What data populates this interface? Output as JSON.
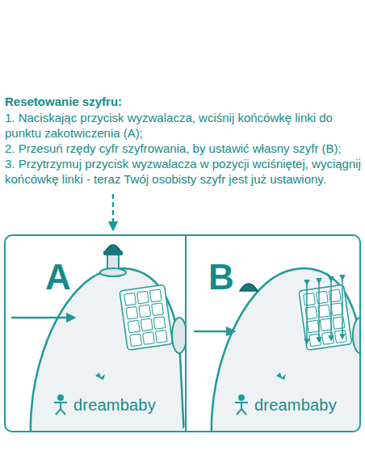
{
  "diagram": {
    "title": "Resetowanie szyfru:",
    "nodes": [
      {
        "text": [
          "A",
          "dreambaby"
        ]
      },
      {
        "text": [
          "B",
          "dreambaby"
        ]
      }
    ],
    "labels": [
      "1. Naciskając przycisk wyzwalacza, wciśnij końcówkę linki do punktu zakotwiczenia (A);",
      "2. Przesuń rzędy cyfr szyfrowania, by ustawić własny szyfr (B);",
      "3. Przytrzymuj przycisk wyzwalacza w pozycji wciśniętej, wyciągnij końcówkę linki - teraz Twój osobisty szyfr jest już ustawiony."
    ]
  }
}
